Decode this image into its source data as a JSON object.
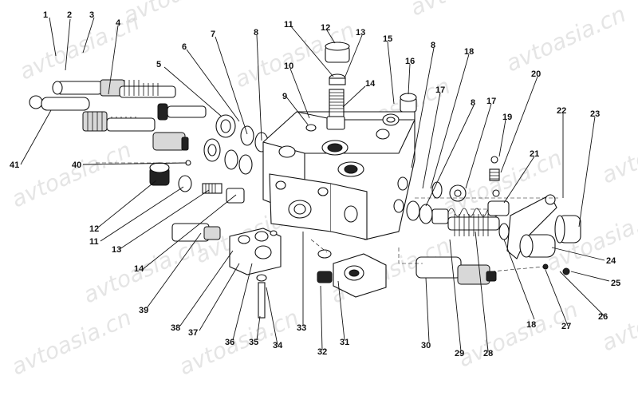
{
  "watermark": "avtoasia.cn",
  "callouts": [
    "1",
    "2",
    "3",
    "4",
    "5",
    "6",
    "7",
    "8",
    "9",
    "10",
    "11",
    "12",
    "13",
    "14",
    "15",
    "16",
    "8",
    "17",
    "18",
    "19",
    "20",
    "21",
    "22",
    "23",
    "8",
    "17",
    "41",
    "40",
    "12",
    "11",
    "13",
    "14",
    "24",
    "25",
    "26",
    "27",
    "18",
    "28",
    "29",
    "30",
    "31",
    "32",
    "33",
    "34",
    "35",
    "36",
    "37",
    "38",
    "39"
  ]
}
